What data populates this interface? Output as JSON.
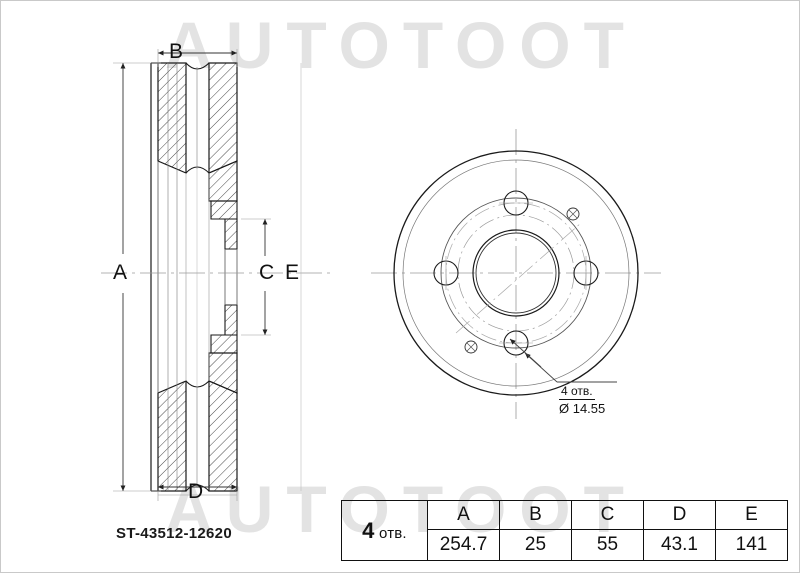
{
  "drawing": {
    "part_number": "ST-43512-12620",
    "watermark_text": "AUTOTOOT",
    "dimension_labels": {
      "A": "A",
      "B": "B",
      "C": "C",
      "D": "D",
      "E": "E"
    },
    "hole_callout": {
      "count_text": "4 отв.",
      "diameter_text": "Ø 14.55"
    }
  },
  "table": {
    "hole_spec": {
      "count": "4",
      "unit": "отв."
    },
    "headers": [
      "A",
      "B",
      "C",
      "D",
      "E"
    ],
    "values": [
      "254.7",
      "25",
      "55",
      "43.1",
      "141"
    ]
  },
  "colors": {
    "line": "#1a1a1a",
    "thin_line": "#555555",
    "center_line": "#9a9a9a",
    "watermark": "#e3e3e3",
    "background": "#ffffff"
  }
}
